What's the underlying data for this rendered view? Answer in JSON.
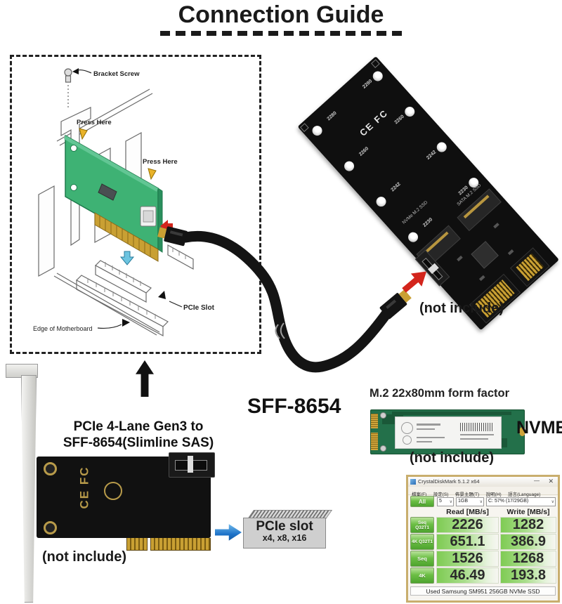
{
  "page": {
    "title": "Connection Guide"
  },
  "colors": {
    "green_card": "#3eb274",
    "gold": "#c9a033",
    "red_arrow": "#d3251c",
    "blue_arrow": "#1d72c8",
    "cdm_green": "#5cb53a",
    "cdm_frame": "#c9ae6e"
  },
  "install_diagram": {
    "bracket_screw": "Bracket Screw",
    "press_here_1": "Press Here",
    "press_here_2": "Press Here",
    "pcie_slot": "PCIe Slot",
    "edge_of_motherboard": "Edge of Motherboard"
  },
  "cable": {
    "label": "SFF-8654"
  },
  "m2_adapter": {
    "standoffs": [
      "2280",
      "2260",
      "2242",
      "2230"
    ],
    "silkscreen_sata": "SATA M.2 SSD",
    "silkscreen_nvme": "NVMe M.2 SSD",
    "logos": "CE FC",
    "not_include": "(not include)"
  },
  "ssd": {
    "heading": "M.2 22x80mm form factor",
    "type_label": "NVME",
    "not_include": "(not include)"
  },
  "pcie_card": {
    "title_line1": "PCIe 4-Lane Gen3 to",
    "title_line2": "SFF-8654(Slimline SAS)",
    "logos": "CE FC",
    "not_include": "(not include)"
  },
  "pcie_slot_graphic": {
    "label": "PCIe slot",
    "sizes": "x4, x8, x16"
  },
  "benchmark": {
    "window_title": "CrystalDiskMark 5.1.2 x64",
    "minimize": "—",
    "close": "✕",
    "menu": [
      "檔案(F)",
      "設定(S)",
      "佈景主題(T)",
      "說明(H)",
      "語言(Language)"
    ],
    "all_label": "All",
    "dropdowns": [
      "5",
      "1GB",
      "C: 57% (17/29GB)"
    ],
    "chevron": "∨",
    "col_read": "Read [MB/s]",
    "col_write": "Write [MB/s]",
    "rows": [
      {
        "test": "Seq Q32T1",
        "read": "2226",
        "write": "1282"
      },
      {
        "test": "4K Q32T1",
        "read": "651.1",
        "write": "386.9"
      },
      {
        "test": "Seq",
        "read": "1526",
        "write": "1268"
      },
      {
        "test": "4K",
        "read": "46.49",
        "write": "193.8"
      }
    ],
    "status": "Used Samsung SM951 256GB NVMe SSD"
  }
}
